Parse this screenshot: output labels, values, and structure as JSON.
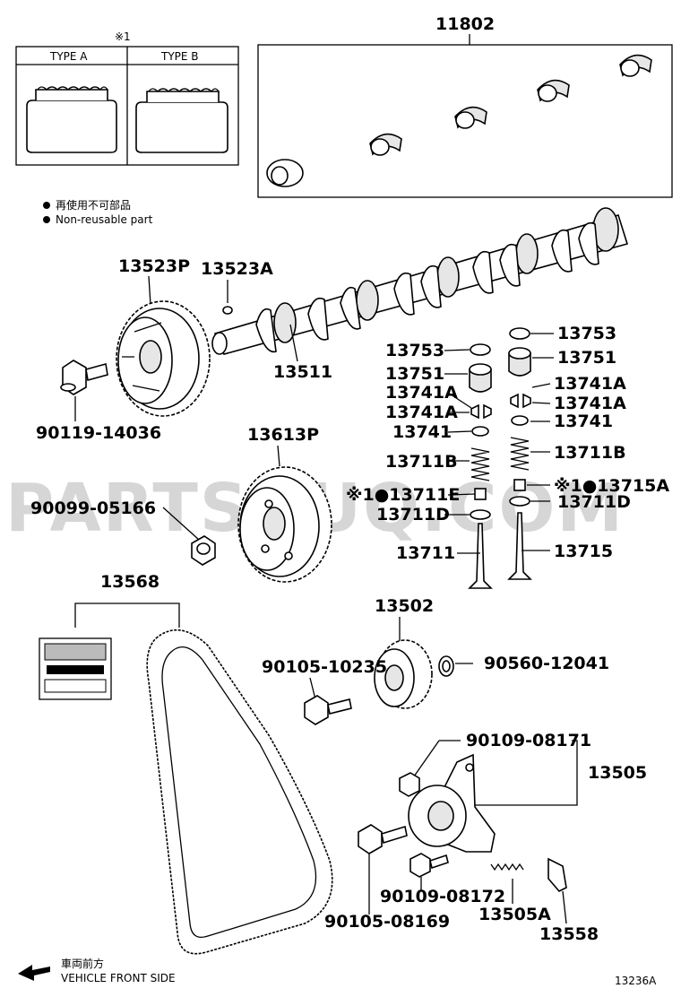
{
  "watermark": "PARTSOUQ.COM",
  "diagram_id": "13236A",
  "legend": {
    "marker": "※1",
    "type_a_label": "TYPE A",
    "type_b_label": "TYPE B",
    "non_reusable_jp": "再使用不可部品",
    "non_reusable_en": "Non-reusable part"
  },
  "direction": {
    "jp": "車両前方",
    "en": "VEHICLE FRONT SIDE"
  },
  "parts": {
    "p11802": "11802",
    "p13523P": "13523P",
    "p13523A": "13523A",
    "p13511": "13511",
    "p90119_14036": "90119-14036",
    "p13613P": "13613P",
    "p90099_05166": "90099-05166",
    "p13568": "13568",
    "p13502": "13502",
    "p90105_10235": "90105-10235",
    "p90560_12041": "90560-12041",
    "p90109_08171": "90109-08171",
    "p13505": "13505",
    "p90109_08172": "90109-08172",
    "p90105_08169": "90105-08169",
    "p13505A": "13505A",
    "p13558": "13558",
    "p13753_r": "13753",
    "p13753_l": "13753",
    "p13751_r": "13751",
    "p13751_l": "13751",
    "p13741A_l1": "13741A",
    "p13741A_l2": "13741A",
    "p13741A_r1": "13741A",
    "p13741A_r2": "13741A",
    "p13741_l": "13741",
    "p13741_r": "13741",
    "p13711B_l": "13711B",
    "p13711B_r": "13711B",
    "p13711E": "※1●13711E",
    "p13715A": "※1●13715A",
    "p13711D_l": "13711D",
    "p13711D_r": "13711D",
    "p13711": "13711",
    "p13715": "13715"
  }
}
